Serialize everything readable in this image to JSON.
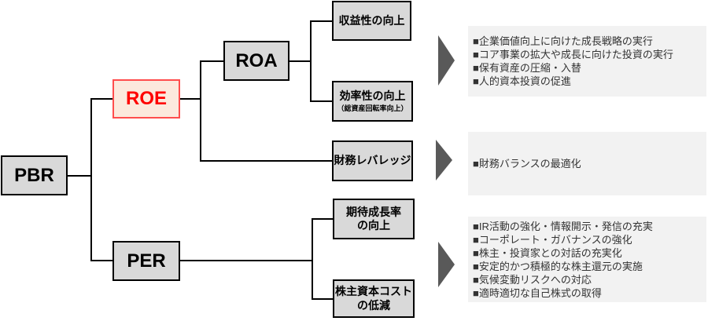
{
  "diagram": {
    "nodes": {
      "pbr": {
        "label": "PBR"
      },
      "roe": {
        "label": "ROE"
      },
      "per": {
        "label": "PER"
      },
      "roa": {
        "label": "ROA"
      },
      "profitability": {
        "label": "収益性の向上"
      },
      "efficiency": {
        "label": "効率性の向上",
        "sublabel": "（総資産回転率向上）"
      },
      "leverage": {
        "label": "財務レバレッジ"
      },
      "expected_growth": {
        "label": "期待成長率\nの向上"
      },
      "equity_cost": {
        "label": "株主資本コスト\nの低減"
      }
    },
    "panels": {
      "roa": {
        "bullets": [
          "■企業価値向上に向けた成長戦略の実行",
          "■コア事業の拡大や成長に向けた投資の実行",
          "■保有資産の圧縮・入替",
          "■人的資本投資の促進"
        ]
      },
      "leverage": {
        "bullets": [
          "■財務バランスの最適化"
        ]
      },
      "per": {
        "bullets": [
          "■IR活動の強化・情報開示・発信の充実",
          "■コーポレート・ガバナンスの強化",
          "■株主・投資家との対話の充実化",
          "■安定的かつ積極的な株主還元の実施",
          "■気候変動リスクへの対応",
          "■適時適切な自己株式の取得"
        ]
      }
    },
    "colors": {
      "node_fill": "#d9d9d9",
      "node_border": "#000000",
      "roe_fill": "#fce9dd",
      "roe_border": "#ff4d4d",
      "roe_text": "#ff0000",
      "panel_fill": "#f2f2f2",
      "arrow": "#595959",
      "line": "#000000",
      "bullet_text": "#333333"
    }
  }
}
